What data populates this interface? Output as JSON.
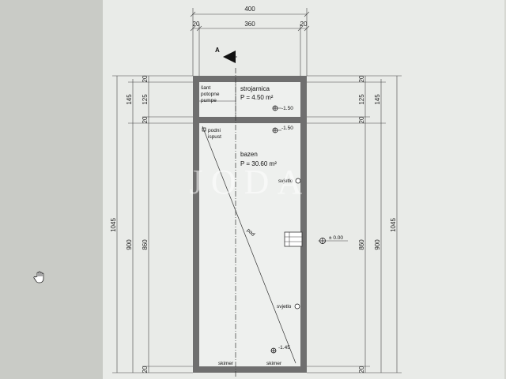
{
  "section_marker": "A",
  "top_dims": {
    "total": "400",
    "left_wall": "20",
    "inner": "360",
    "right_wall": "20"
  },
  "left_dims": {
    "d20a": "20",
    "d125": "125",
    "d145": "145",
    "d20b": "20",
    "d900": "900",
    "d860": "860",
    "d1045": "1045",
    "d20c": "20"
  },
  "right_dims": {
    "d20a": "20",
    "d125": "125",
    "d145": "145",
    "d20b": "20",
    "d900": "900",
    "d860": "860",
    "d1045": "1045",
    "d20c": "20"
  },
  "rooms": {
    "machine_room": {
      "name": "strojarnica",
      "area": "P = 4.50 m²"
    },
    "tank_label": [
      "šant",
      "potopne",
      "pumpe"
    ],
    "pool": {
      "name": "bazen",
      "area": "P = 30.60 m²"
    }
  },
  "labels": {
    "drain": [
      "podni",
      "ispust"
    ],
    "light1": "svjetlo",
    "light2": "svjetlo",
    "skimmer1": "skimer",
    "skimmer2": "skimer",
    "slope": "pad"
  },
  "levels": {
    "machine": "-1.50",
    "pool_top": "-1.50",
    "pool_bottom": "-1.45",
    "ground": "± 0.00"
  },
  "watermark": "JODA"
}
